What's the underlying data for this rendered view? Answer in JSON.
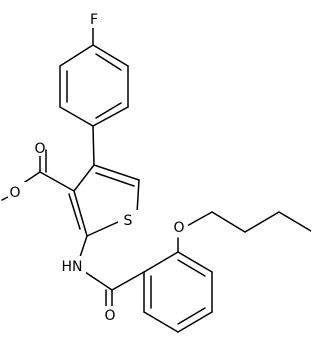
{
  "molecule": {
    "atoms": {
      "fluorine": "F",
      "sulfur": "S",
      "amide_nitrogen": "HN",
      "amide_oxygen": "O",
      "ester_carbonyl_oxygen": "O",
      "ester_ether_oxygen": "O",
      "propoxy_oxygen": "O"
    }
  },
  "colors": {
    "bond": "#000000",
    "background": "#ffffff",
    "label": "#000000"
  }
}
